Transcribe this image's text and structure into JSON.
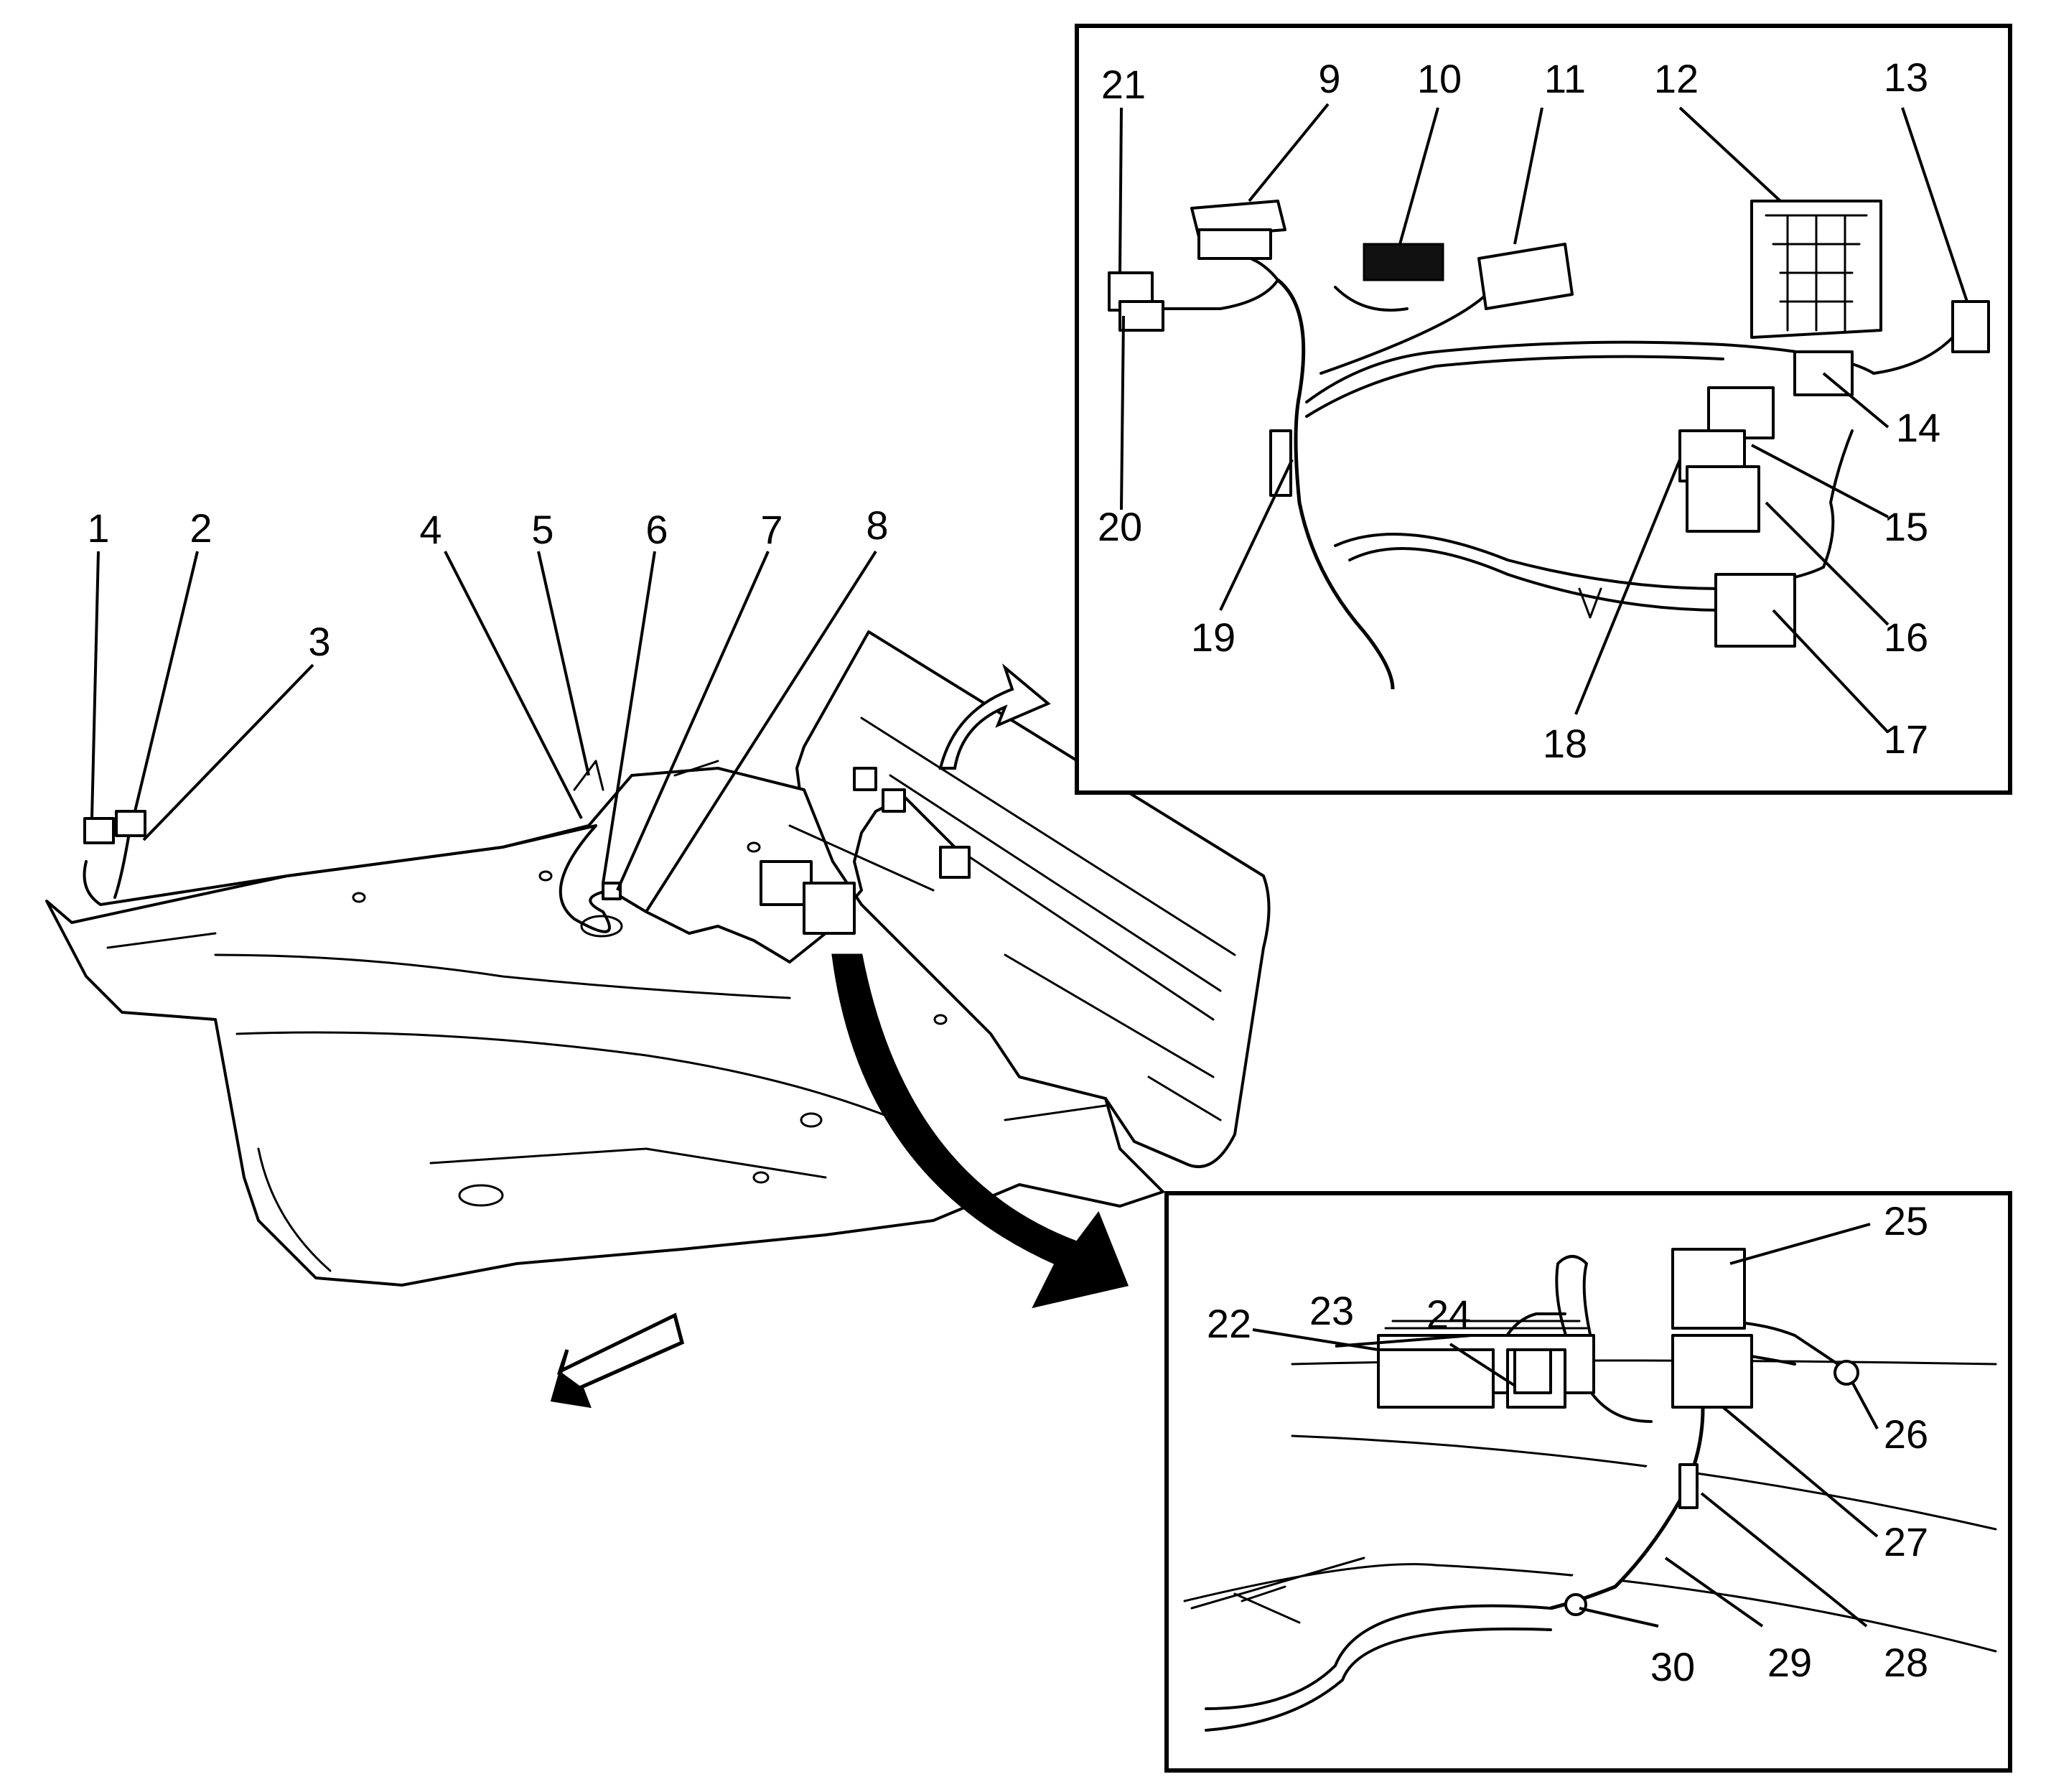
{
  "diagram": {
    "description_free": true,
    "callouts": {
      "c1": "1",
      "c2": "2",
      "c3": "3",
      "c4": "4",
      "c5": "5",
      "c6": "6",
      "c7": "7",
      "c8": "8",
      "c9": "9",
      "c10": "10",
      "c11": "11",
      "c12": "12",
      "c13": "13",
      "c14": "14",
      "c15": "15",
      "c16": "16",
      "c17": "17",
      "c18": "18",
      "c19": "19",
      "c20": "20",
      "c21": "21",
      "c22": "22",
      "c23": "23",
      "c24": "24",
      "c25": "25",
      "c26": "26",
      "c27": "27",
      "c28": "28",
      "c29": "29",
      "c30": "30"
    },
    "icons": {
      "front_arrow": "forward-direction-arrow-icon",
      "detail_arrow_upper": "detail-arrow-icon",
      "detail_arrow_lower": "detail-arrow-icon"
    }
  }
}
